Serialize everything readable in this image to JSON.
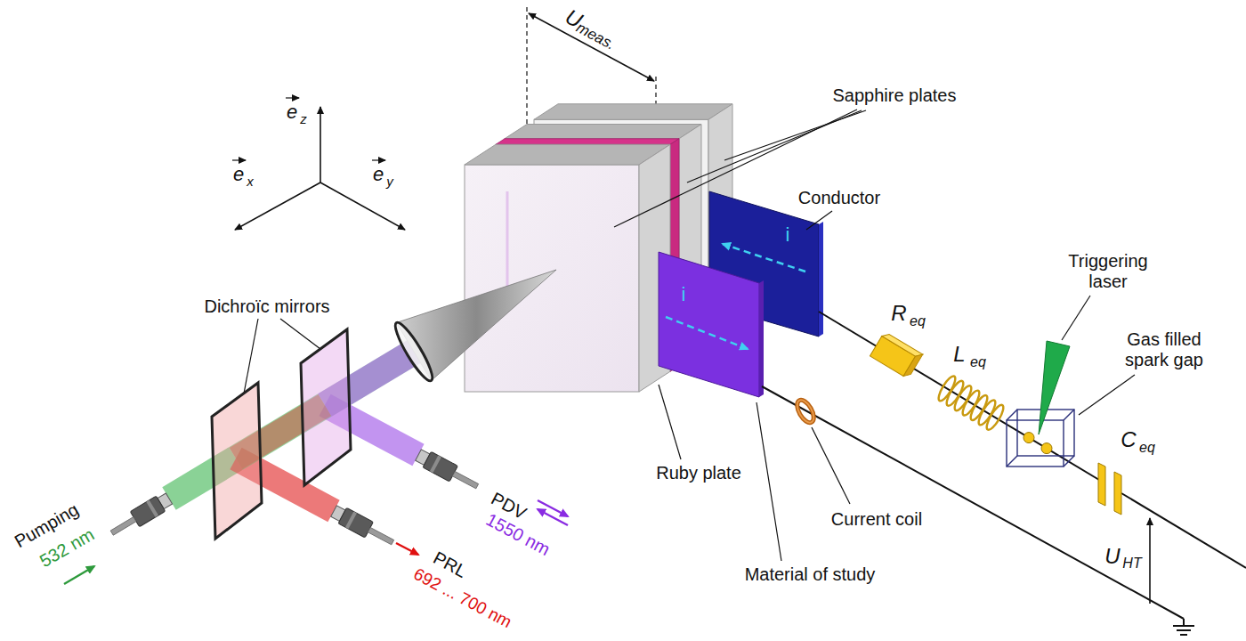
{
  "diagram": {
    "labels": [
      "U",
      "meas.",
      "Sapphire plates",
      "e",
      "z",
      "e",
      "x",
      "e",
      "y",
      "Conductor",
      "i",
      "i",
      "Triggering laser",
      "R",
      "eq",
      "Dichroïc mirrors",
      "L",
      "eq",
      "Gas filled spark gap",
      "C",
      "eq",
      "PDV",
      "1550 nm",
      "Ruby plate",
      "Current coil",
      "U",
      "HT",
      "Pumping",
      "532 nm",
      "PRL",
      "692 ... 700 nm",
      "Material of study"
    ]
  }
}
